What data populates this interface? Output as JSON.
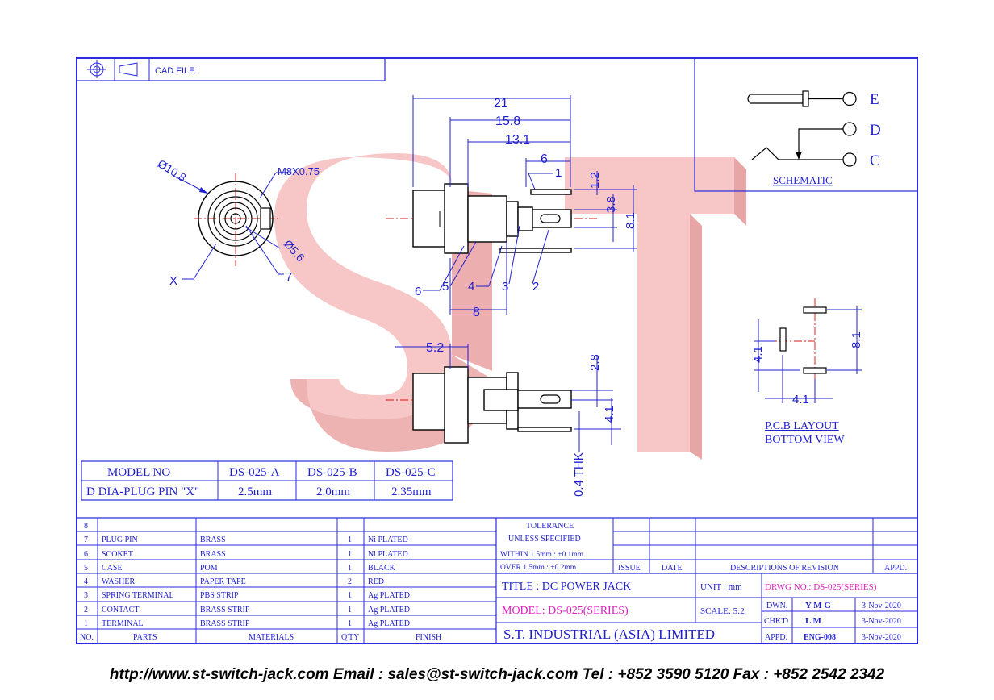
{
  "title_block": {
    "cad_file_label": "CAD FILE:",
    "tolerance_l1": "TOLERANCE",
    "tolerance_l2": "UNLESS   SPECIFIED",
    "within": "WITHIN  1.5mm : ±0.1mm",
    "over": "OVER     1.5mm : ±0.2mm",
    "issue": "ISSUE",
    "date": "DATE",
    "descriptions": "DESCRIPTIONS  OF  REVISION",
    "appd": "APPD.",
    "title": "TITLE : DC POWER JACK",
    "unit": "UNIT :   mm",
    "drwg_no": "DRWG NO.: DS-025(SERIES)",
    "model": "MODEL: DS-025(SERIES)",
    "scale": "SCALE:   5:2",
    "company": "S.T.  INDUSTRIAL  (ASIA)  LIMITED",
    "dwn_label": "DWN.",
    "dwn_name": "Y M G",
    "dwn_date": "3-Nov-2020",
    "chkd_label": "CHK'D",
    "chkd_name": "L M",
    "chkd_date": "3-Nov-2020",
    "appd_label": "APPD.",
    "appd_name": "ENG-008",
    "appd_date": "3-Nov-2020"
  },
  "bom": {
    "headers": [
      "NO.",
      "PARTS",
      "MATERIALS",
      "Q'TY",
      "FINISH"
    ],
    "rows": [
      [
        "8",
        "",
        "",
        "",
        ""
      ],
      [
        "7",
        "PLUG PIN",
        "BRASS",
        "1",
        "Ni PLATED"
      ],
      [
        "6",
        "SCOKET",
        "BRASS",
        "1",
        "Ni PLATED"
      ],
      [
        "5",
        "CASE",
        "POM",
        "1",
        "BLACK"
      ],
      [
        "4",
        "WASHER",
        "PAPER TAPE",
        "2",
        "RED"
      ],
      [
        "3",
        "SPRING TERMINAL",
        "PBS STRIP",
        "1",
        "Ag PLATED"
      ],
      [
        "2",
        "CONTACT",
        "BRASS STRIP",
        "1",
        "Ag PLATED"
      ],
      [
        "1",
        "TERMINAL",
        "BRASS STRIP",
        "1",
        "Ag PLATED"
      ]
    ]
  },
  "model_table": {
    "header": [
      "MODEL NO",
      "DS-025-A",
      "DS-025-B",
      "DS-025-C"
    ],
    "row": [
      "D DIA-PLUG PIN \"X\"",
      "2.5mm",
      "2.0mm",
      "2.35mm"
    ]
  },
  "schematic": {
    "label": "SCHEMATIC",
    "pins": [
      "E",
      "D",
      "C"
    ]
  },
  "pcb": {
    "label_l1": "P.C.B  LAYOUT",
    "label_l2": "BOTTOM  VIEW",
    "dims": [
      "4.1",
      "8.1",
      "4.1"
    ]
  },
  "front_view": {
    "dims": [
      "Ø10.8",
      "M8X0.75",
      "Ø5.6"
    ],
    "labels": [
      "X",
      "7"
    ]
  },
  "side_view": {
    "dims_top": [
      "21",
      "15.8",
      "13.1",
      "6"
    ],
    "dims_right": [
      "1.2",
      "3.8",
      "8.1"
    ],
    "dim_bottom": "8",
    "callouts": [
      "1",
      "2",
      "3",
      "4",
      "5",
      "6"
    ]
  },
  "bottom_view": {
    "dims": [
      "5.2",
      "2.8",
      "4.1",
      "0.4 THK"
    ]
  },
  "watermark": "ST",
  "colors": {
    "frame": "#2a2ae0",
    "text": "#1f1fd0",
    "watermark": "#f4b4b4",
    "centerline": "#e01010",
    "model_text": "#e020c0"
  },
  "footer": {
    "text": "http://www.st-switch-jack.com  Email : sales@st-switch-jack.com  Tel : +852 3590 5120  Fax : +852 2542 2342"
  }
}
